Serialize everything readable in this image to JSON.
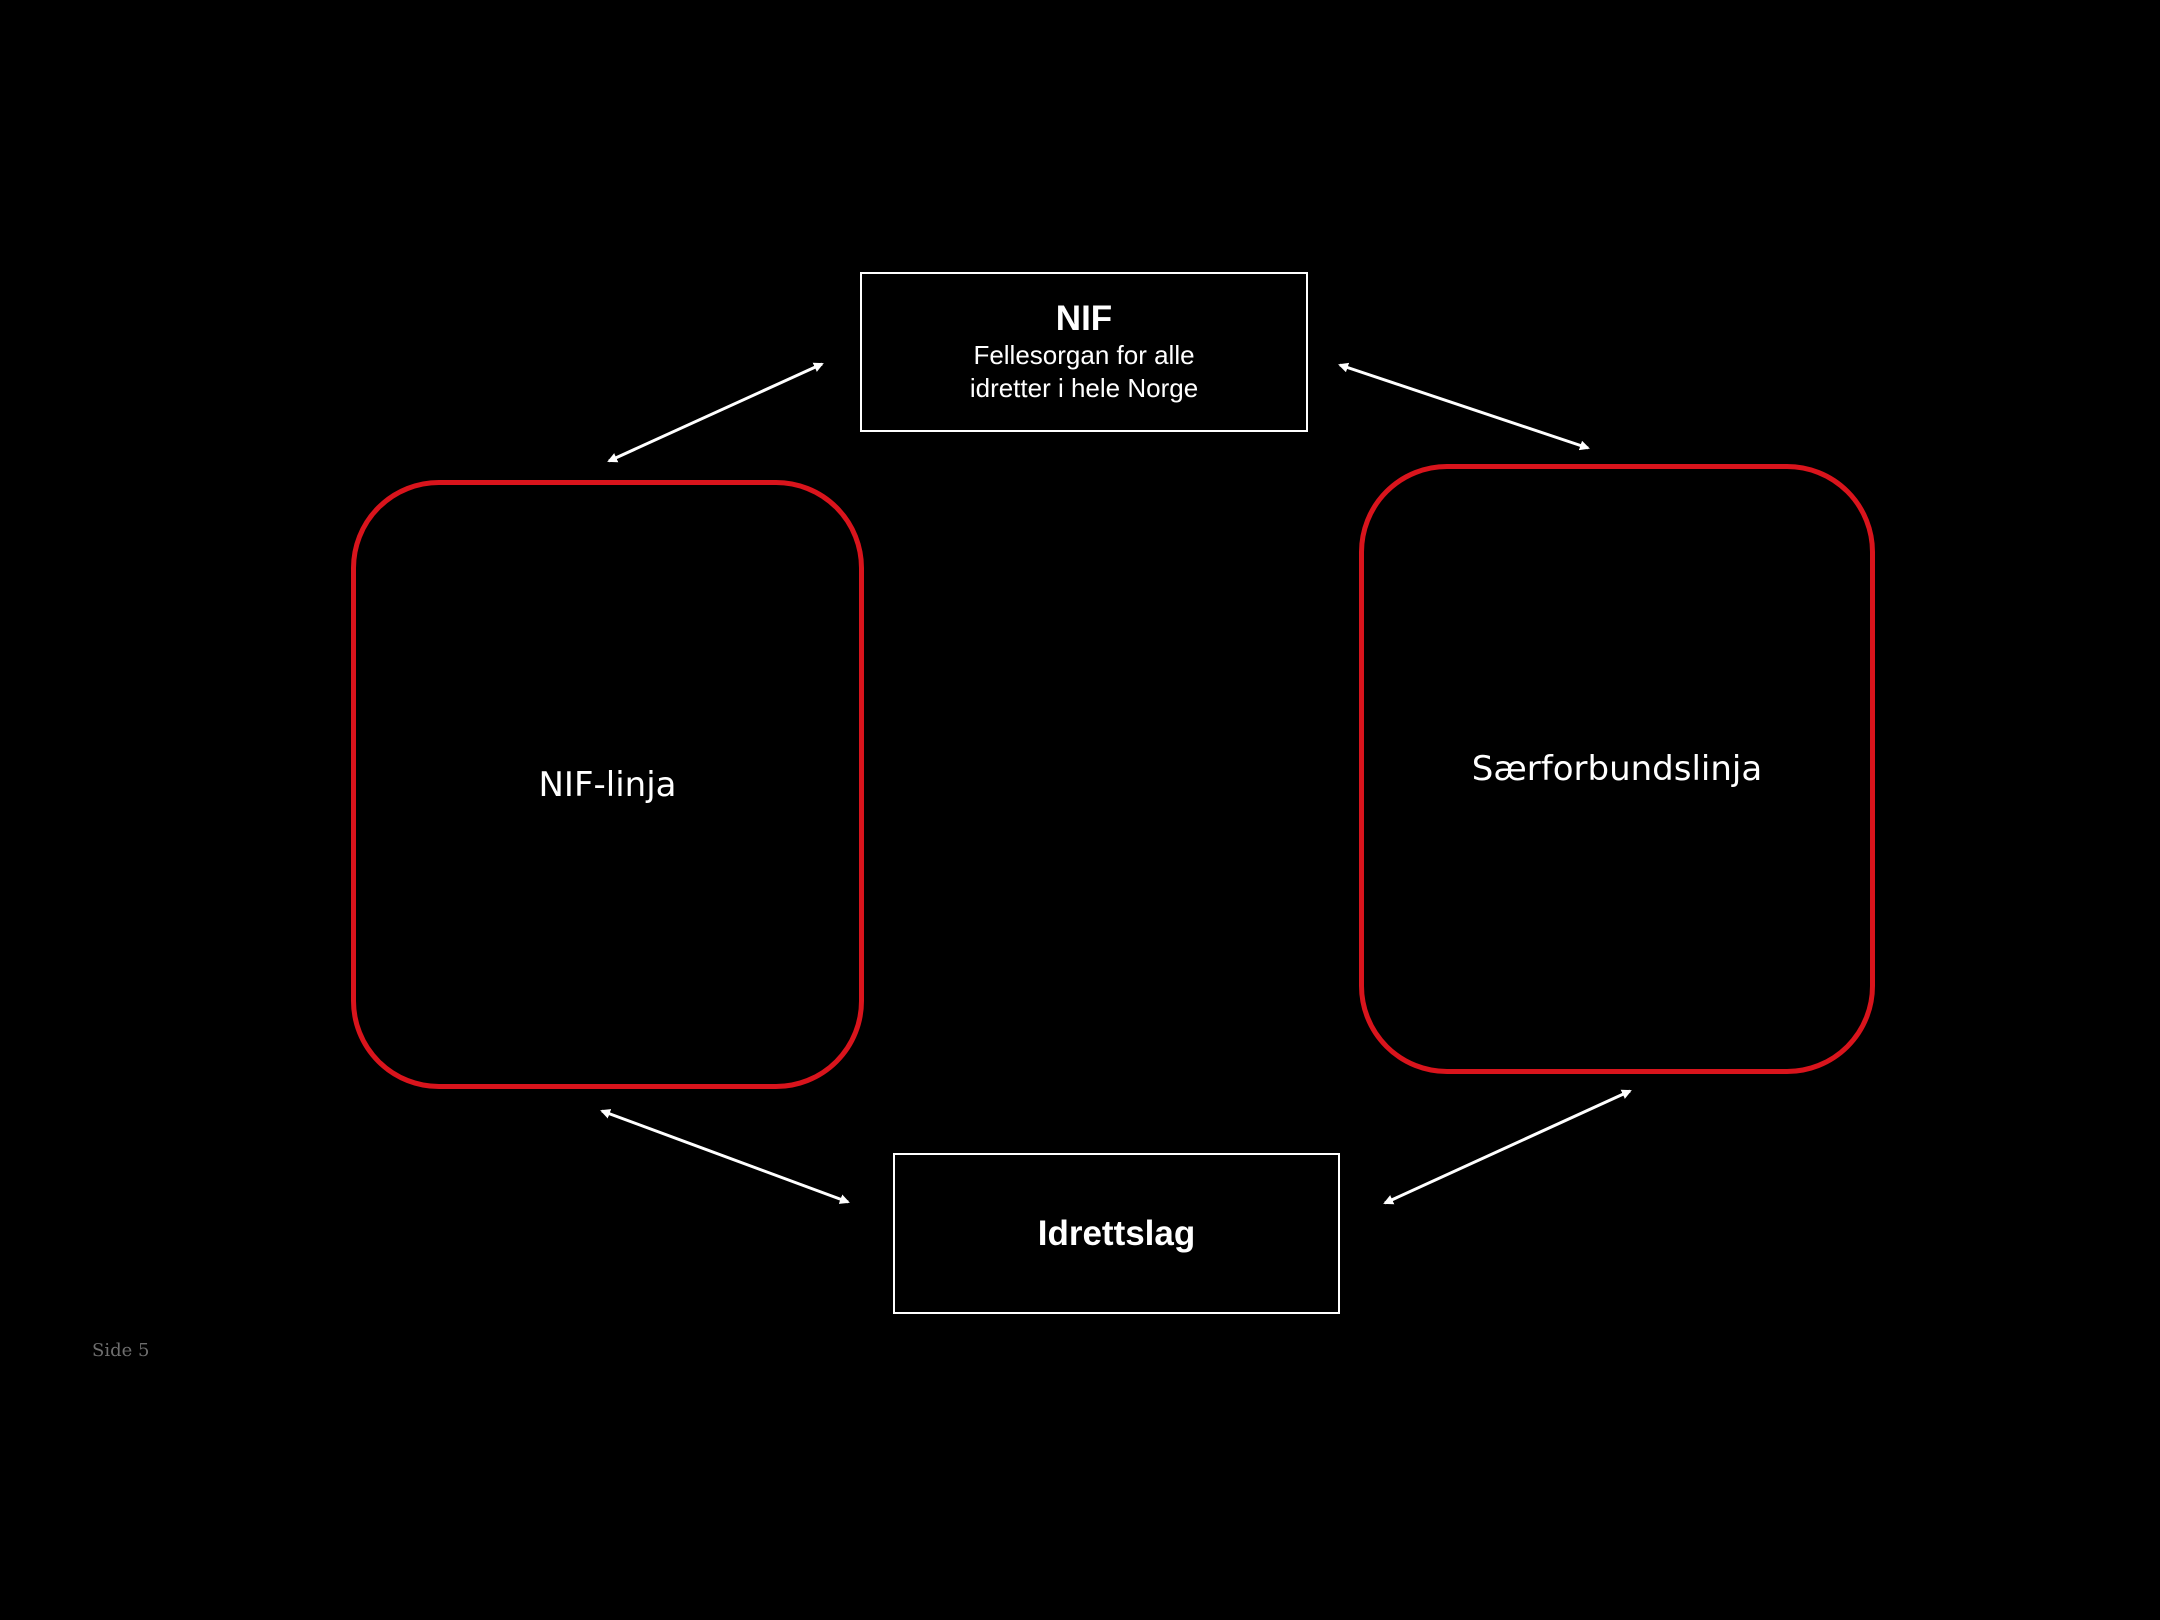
{
  "nif_box": {
    "title": "NIF",
    "subtitle_line1": "Fellesorgan for alle",
    "subtitle_line2": "idretter i hele Norge"
  },
  "idrettslag_box": {
    "title": "Idrettslag"
  },
  "nif_linja_panel": {
    "label": "NIF-linja"
  },
  "saerforbund_panel": {
    "label": "Særforbundslinja"
  },
  "footer": {
    "page_label": "Side 5"
  },
  "colors": {
    "background": "#000000",
    "panel_border": "#d9141c",
    "box_border": "#ffffff",
    "text": "#ffffff",
    "page_label": "#6e6e6e"
  }
}
